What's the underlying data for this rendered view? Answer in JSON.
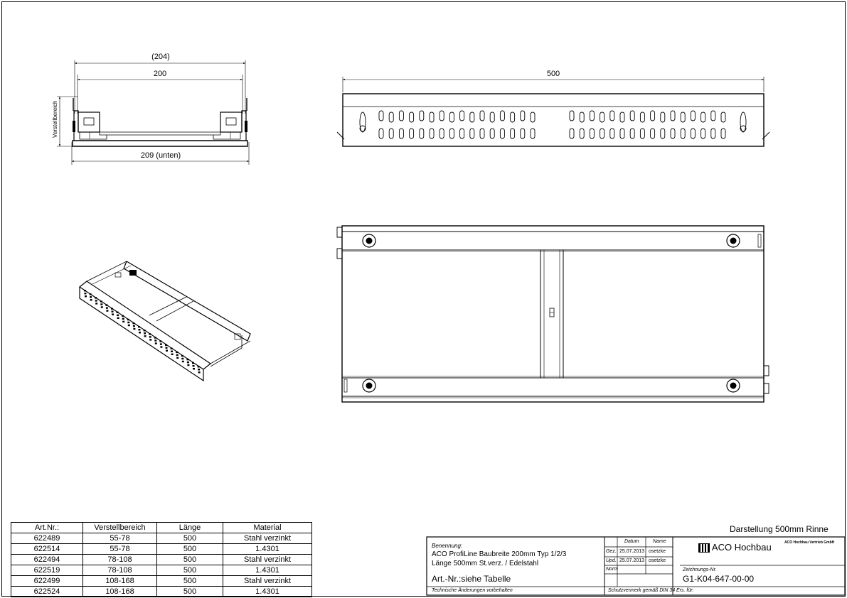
{
  "front_view": {
    "dim_overall": "(204)",
    "dim_inner": "200",
    "dim_bottom": "209 (unten)",
    "dim_side": "Verstellbereich"
  },
  "side_view": {
    "dim_length": "500"
  },
  "table": {
    "headers": [
      "Art.Nr.:",
      "Verstellbereich",
      "Länge",
      "Material"
    ],
    "rows": [
      [
        "622489",
        "55-78",
        "500",
        "Stahl verzinkt"
      ],
      [
        "622514",
        "55-78",
        "500",
        "1.4301"
      ],
      [
        "622494",
        "78-108",
        "500",
        "Stahl verzinkt"
      ],
      [
        "622519",
        "78-108",
        "500",
        "1.4301"
      ],
      [
        "622499",
        "108-168",
        "500",
        "Stahl verzinkt"
      ],
      [
        "622524",
        "108-168",
        "500",
        "1.4301"
      ]
    ]
  },
  "title_block": {
    "sheet_caption": "Darstellung 500mm Rinne",
    "benennung_label": "Benennung:",
    "benennung_line1": "ACO ProfiLine Baubreite 200mm Typ 1/2/3",
    "benennung_line2": "Länge 500mm St.verz. / Edelstahl",
    "art_nr": "Art.-Nr.:siehe Tabelle",
    "footer_left": "Technische Änderungen vorbehalten",
    "col_datum": "Datum",
    "col_name": "Name",
    "row_gez": "Gez.",
    "row_gez_date": "25.07.2013",
    "row_gez_name": "osetzke",
    "row_upd": "Upd.",
    "row_upd_date": "25.07.2013",
    "row_upd_name": "osetzke",
    "row_norm": "Norm",
    "schutzvermerk": "Schutzvermerk gemäß DIN 34",
    "logo_text": "ACO Hochbau",
    "company_name": "ACO Hochbau Vertrieb GmbH",
    "zeichnung_label": "Zeichnungs-Nr.",
    "zeichnung_nr": "G1-K04-647-00-00",
    "ersatz": "Ers. für:"
  }
}
